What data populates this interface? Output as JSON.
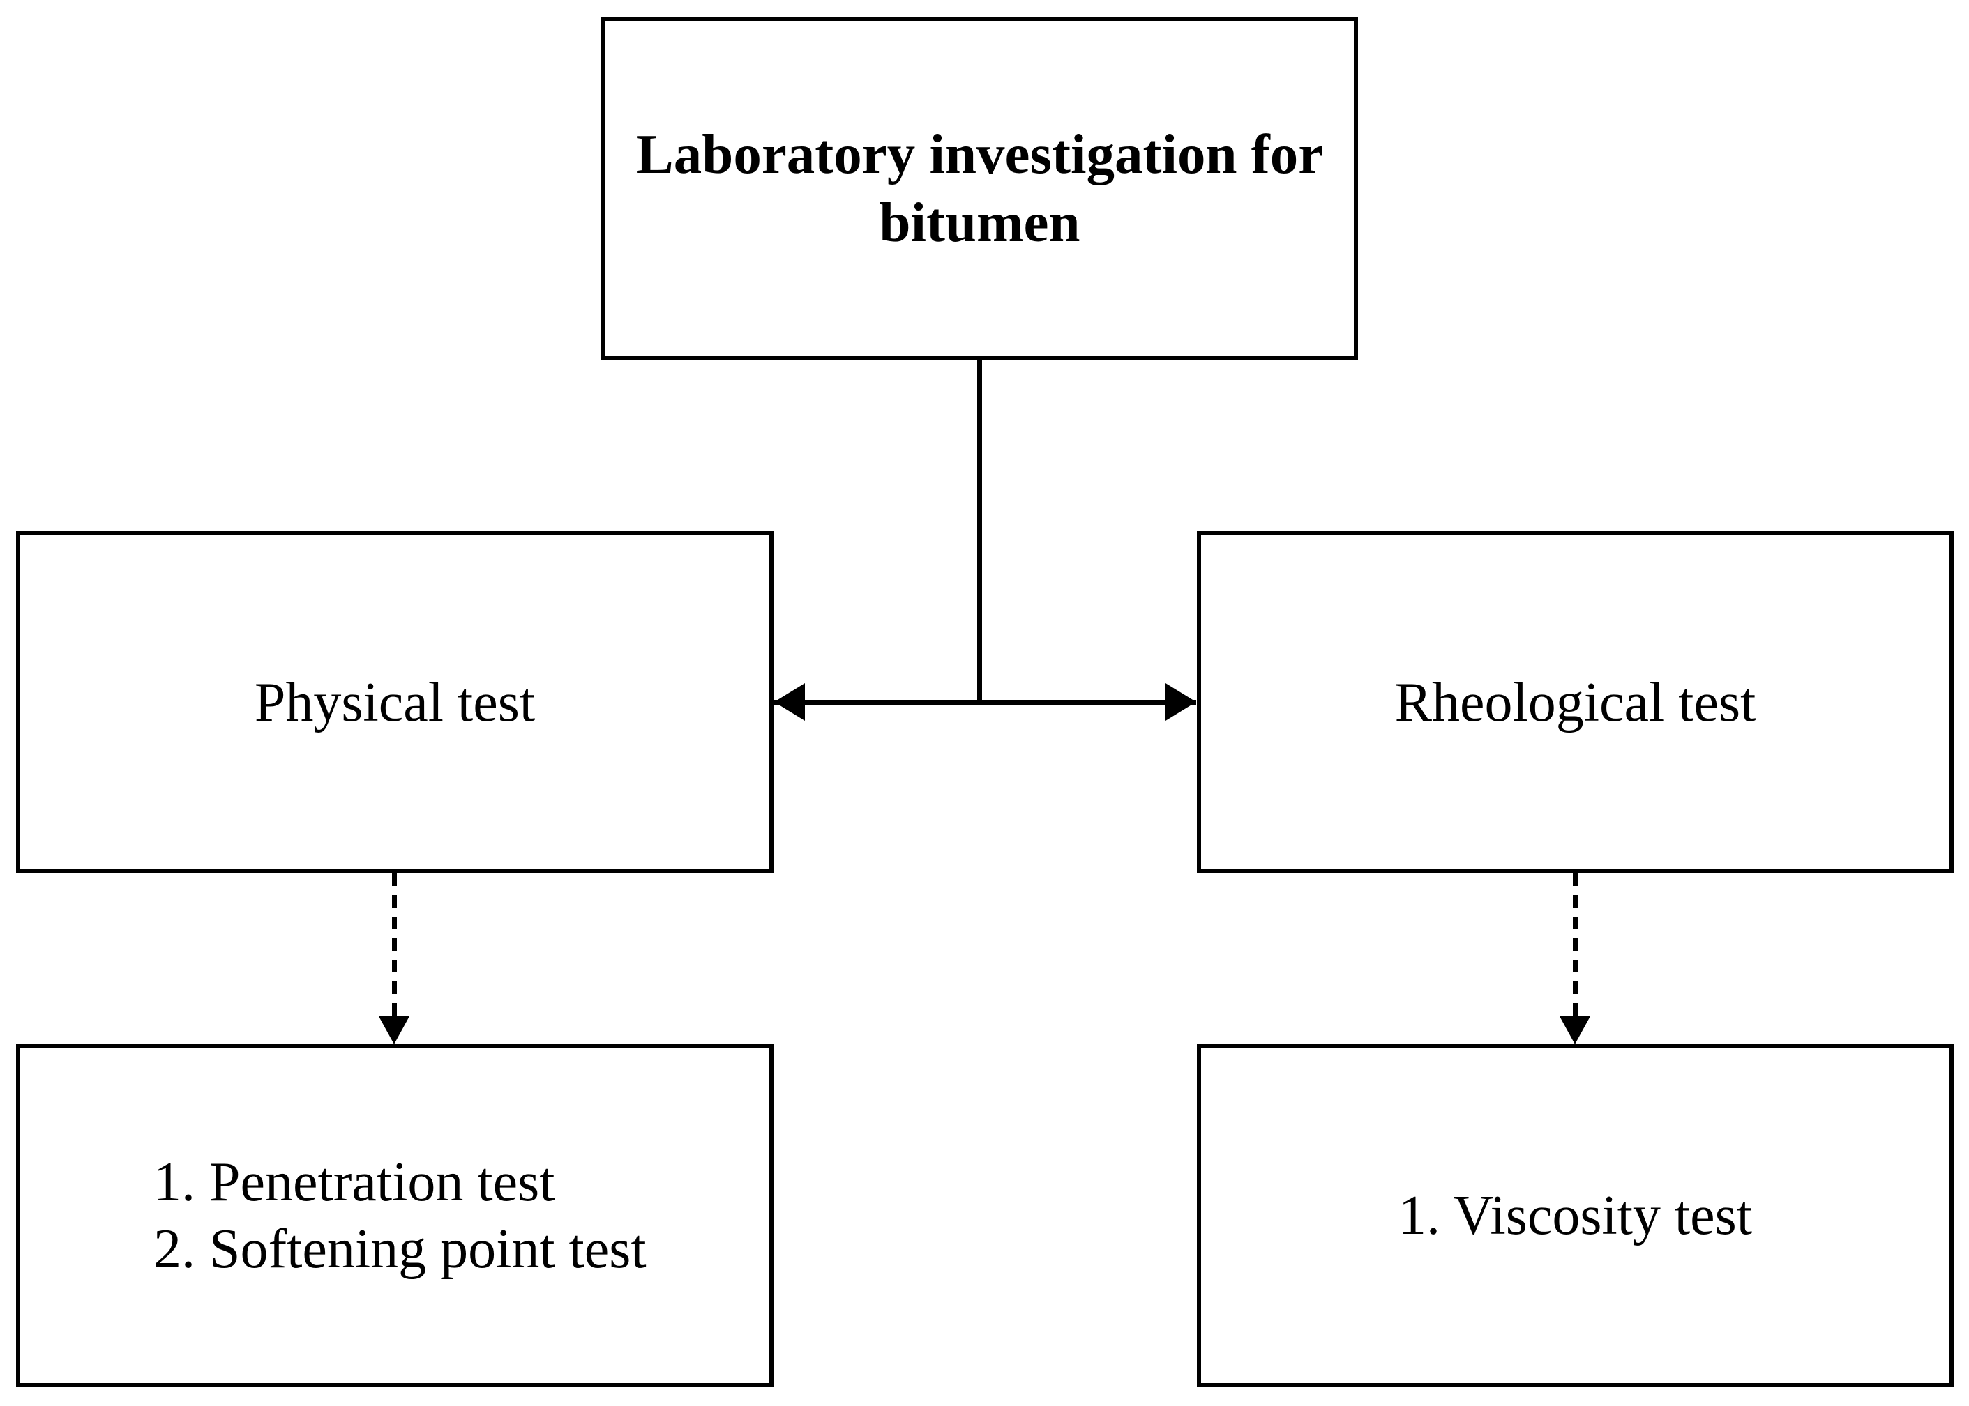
{
  "colors": {
    "ink": "#000000",
    "background": "#ffffff"
  },
  "flowchart": {
    "root": {
      "label": "Laboratory investigation for bitumen",
      "lines": [
        "Laboratory investigation for",
        "bitumen"
      ]
    },
    "branches": [
      {
        "label": "Physical test",
        "tests": [
          "1. Penetration test",
          "2. Softening point test"
        ]
      },
      {
        "label": "Rheological test",
        "tests": [
          "1. Viscosity test"
        ]
      }
    ]
  }
}
